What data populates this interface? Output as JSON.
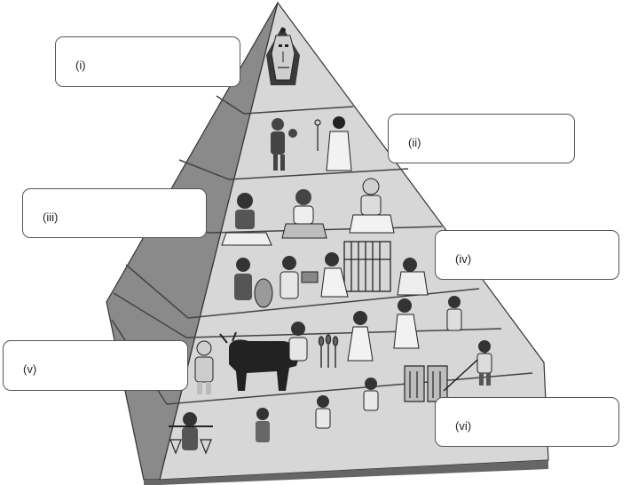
{
  "labels": {
    "i": "(i)",
    "ii": "(ii)",
    "iii": "(iii)",
    "iv": "(iv)",
    "v": "(v)",
    "vi": "(vi)"
  },
  "colors": {
    "pyramid_face": "#d7d7d7",
    "pyramid_side": "#8a8a8a",
    "pyramid_base": "#666666",
    "outline": "#333333",
    "figure": "#444444"
  },
  "tiers": [
    {
      "id": "tier-1",
      "figures": [
        "pharaoh-mask-icon"
      ]
    },
    {
      "id": "tier-2",
      "figures": [
        "noble-figure-icon",
        "noble-figure-icon"
      ]
    },
    {
      "id": "tier-3",
      "figures": [
        "scribe-figure-icon",
        "scribe-figure-icon",
        "scribe-figure-icon"
      ]
    },
    {
      "id": "tier-4",
      "figures": [
        "artisan-figure-icon",
        "artisan-figure-icon",
        "loom-icon",
        "artisan-figure-icon"
      ]
    },
    {
      "id": "tier-5",
      "figures": [
        "farmer-figure-icon",
        "ox-icon",
        "farmer-figure-icon",
        "wheat-icon",
        "farmer-figure-icon",
        "farmer-figure-icon",
        "farmer-figure-icon"
      ]
    },
    {
      "id": "tier-6",
      "figures": [
        "slave-figure-icon",
        "slave-figure-icon",
        "slave-figure-icon",
        "slave-figure-icon",
        "door-icon",
        "slave-figure-icon"
      ]
    }
  ]
}
